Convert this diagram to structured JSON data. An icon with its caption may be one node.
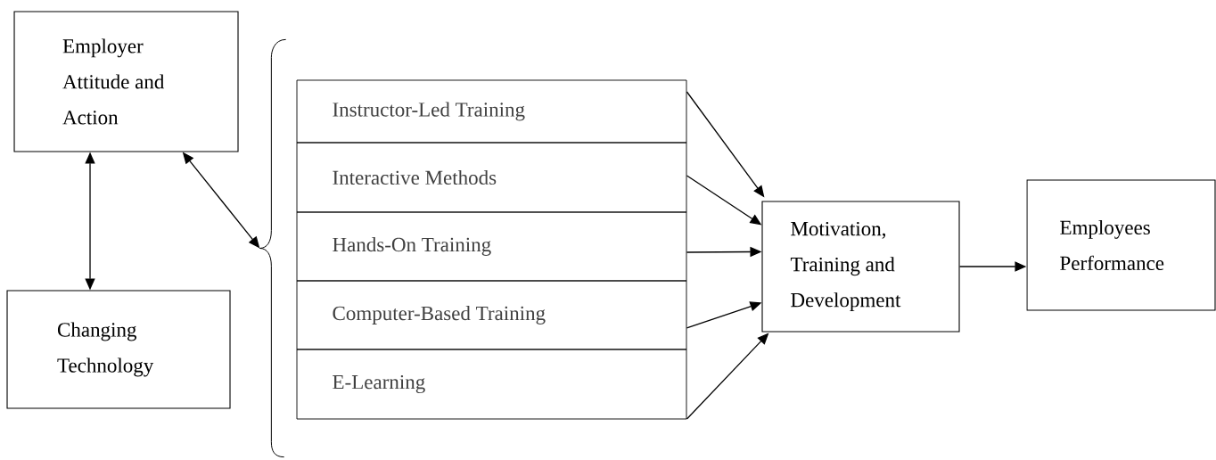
{
  "diagram": {
    "nodes": [
      {
        "text": [
          "Employer Attitude and Action"
        ]
      },
      {
        "text": [
          "Changing Technology"
        ]
      },
      {
        "text": [],
        "shape": "brace"
      },
      {
        "text": [
          "Instructor-Led Training"
        ]
      },
      {
        "text": [
          "Interactive Methods"
        ]
      },
      {
        "text": [
          "Hands-On Training"
        ]
      },
      {
        "text": [
          "Computer-Based Training"
        ]
      },
      {
        "text": [
          "E-Learning"
        ]
      },
      {
        "text": [
          "Motivation, Training and Development"
        ]
      },
      {
        "text": [
          "Employees Performance"
        ]
      }
    ],
    "edges": [
      {
        "from": 0,
        "to": 1,
        "arrow": "both"
      },
      {
        "from": 0,
        "to": 2,
        "arrow": "both"
      },
      {
        "from": 3,
        "to": 8,
        "arrow": "to"
      },
      {
        "from": 4,
        "to": 8,
        "arrow": "to"
      },
      {
        "from": 5,
        "to": 8,
        "arrow": "to"
      },
      {
        "from": 6,
        "to": 8,
        "arrow": "to"
      },
      {
        "from": 7,
        "to": 8,
        "arrow": "to"
      },
      {
        "from": 8,
        "to": 9,
        "arrow": "to"
      }
    ]
  }
}
